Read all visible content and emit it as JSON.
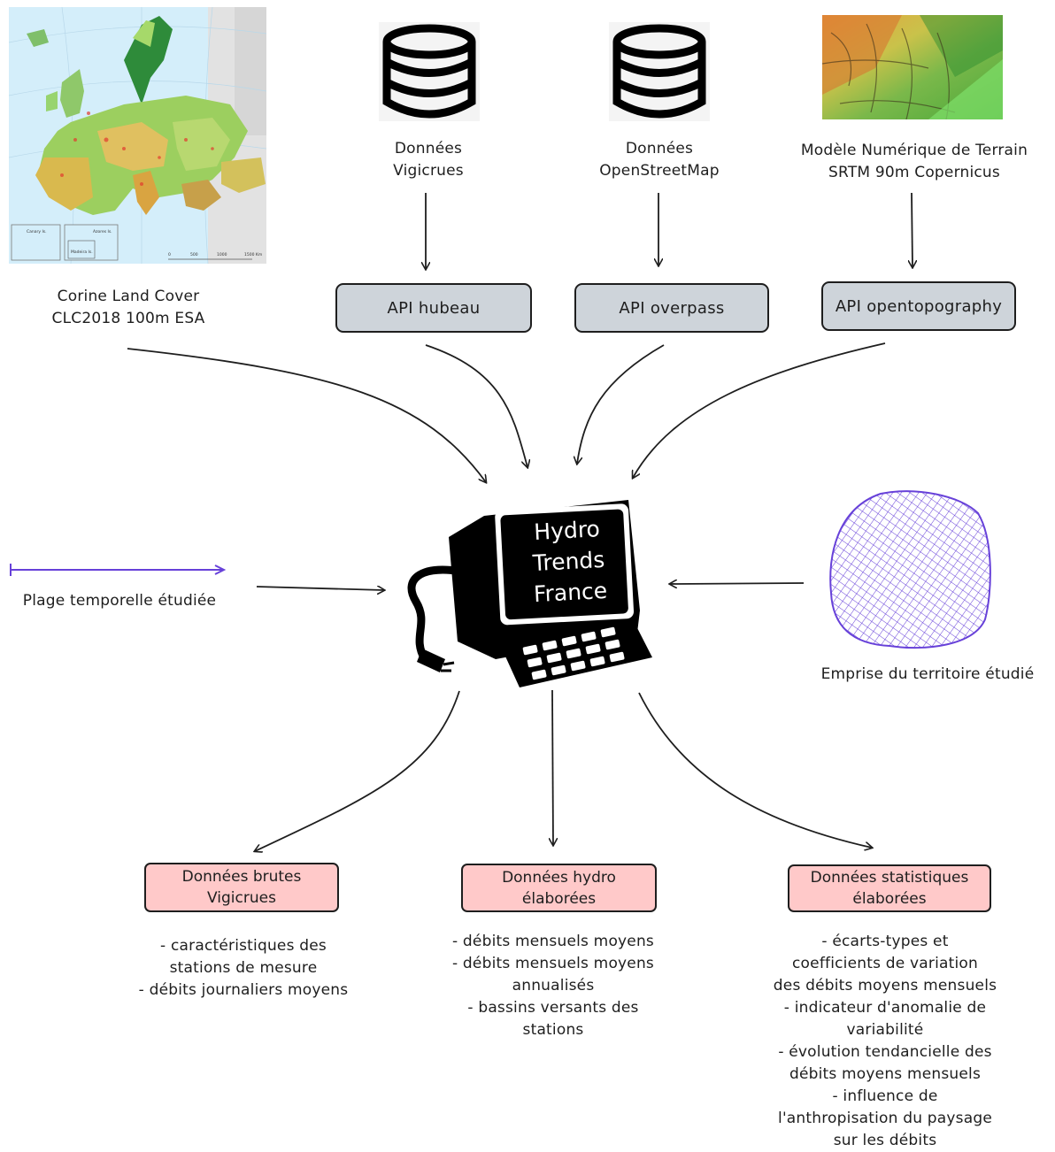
{
  "sources": {
    "corine": {
      "line1": "Corine Land Cover",
      "line2": "CLC2018 100m ESA"
    },
    "vigicrues": {
      "line1": "Données",
      "line2": "Vigicrues"
    },
    "osm": {
      "line1": "Données",
      "line2": "OpenStreetMap"
    },
    "mnt": {
      "line1": "Modèle Numérique de Terrain",
      "line2": "SRTM 90m Copernicus"
    }
  },
  "map_inset": {
    "label1": "Canary Is.",
    "label2": "Azores Is.",
    "label3": "Madeira Is.",
    "scale": [
      "0",
      "500",
      "1000",
      "1500 Km"
    ]
  },
  "apis": {
    "hubeau": "API hubeau",
    "overpass": "API overpass",
    "opentopography": "API opentopography"
  },
  "computer": {
    "line1": "Hydro",
    "line2": "Trends",
    "line3": "France"
  },
  "inputs": {
    "time_range": "Plage temporelle étudiée",
    "territory": "Emprise du territoire étudié"
  },
  "outputs": [
    {
      "title1": "Données brutes",
      "title2": "Vigicrues",
      "items": [
        "- caractéristiques des",
        "stations de mesure",
        "- débits journaliers moyens"
      ]
    },
    {
      "title1": "Données hydro",
      "title2": "élaborées",
      "items": [
        "- débits mensuels moyens",
        "- débits mensuels moyens",
        "annualisés",
        "- bassins versants des",
        "stations"
      ]
    },
    {
      "title1": "Données statistiques",
      "title2": "élaborées",
      "items": [
        "- écarts-types et",
        "coefficients de variation",
        "des débits moyens mensuels",
        "- indicateur d'anomalie de",
        "variabilité",
        "- évolution tendancielle des",
        "débits moyens mensuels",
        "- influence de",
        "l'anthropisation du paysage",
        "sur les débits"
      ]
    }
  ],
  "colors": {
    "api_fill": "#ced4da",
    "output_fill": "#ffc9c9",
    "accent_purple": "#6741d9",
    "ink": "#1e1e1e"
  },
  "icons": [
    "database-icon",
    "database-icon",
    "terrain-image",
    "europe-map-image",
    "computer-icon",
    "timeline-icon",
    "territory-hatch-icon"
  ]
}
